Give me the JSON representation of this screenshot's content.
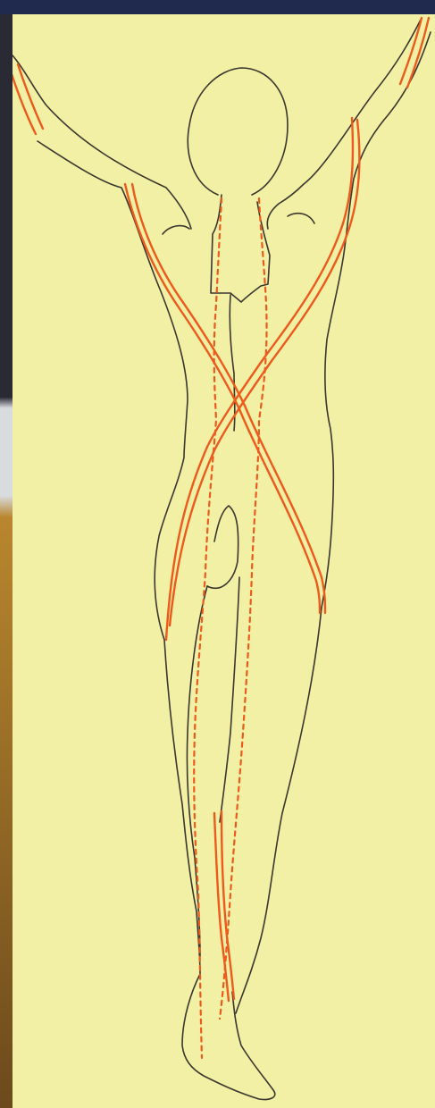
{
  "colors": {
    "paper": "#f2f0a4",
    "outline": "#3a3630",
    "line": "#ee5a1e",
    "top_band": "#1f2a4e",
    "left_strip_top": "#2a2a34",
    "left_strip_mid": "#d9dcdf",
    "left_strip_bottom": "#b8862e"
  },
  "figure": {
    "subject": "human-figure-back-view-arms-raised",
    "lines": {
      "solid_pairs": [
        "back-x-line-left-to-right",
        "back-x-line-right-to-left",
        "left-arm-line",
        "right-arm-line",
        "left-calf-line"
      ],
      "dotted": [
        "spine-line-left",
        "spine-line-right"
      ]
    }
  }
}
